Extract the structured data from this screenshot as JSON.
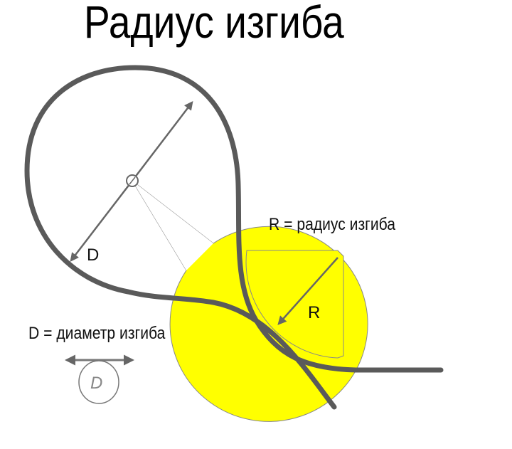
{
  "title": "Радиус изгиба",
  "labels": {
    "radius_legend": "R = радиус изгиба",
    "diameter_legend": "D = диаметр изгиба",
    "d_mark": "D",
    "r_mark": "R",
    "d_symbol": "D"
  },
  "colors": {
    "drum": "#ffff00",
    "cable": "#5a5a5a",
    "arrow": "#666666"
  }
}
